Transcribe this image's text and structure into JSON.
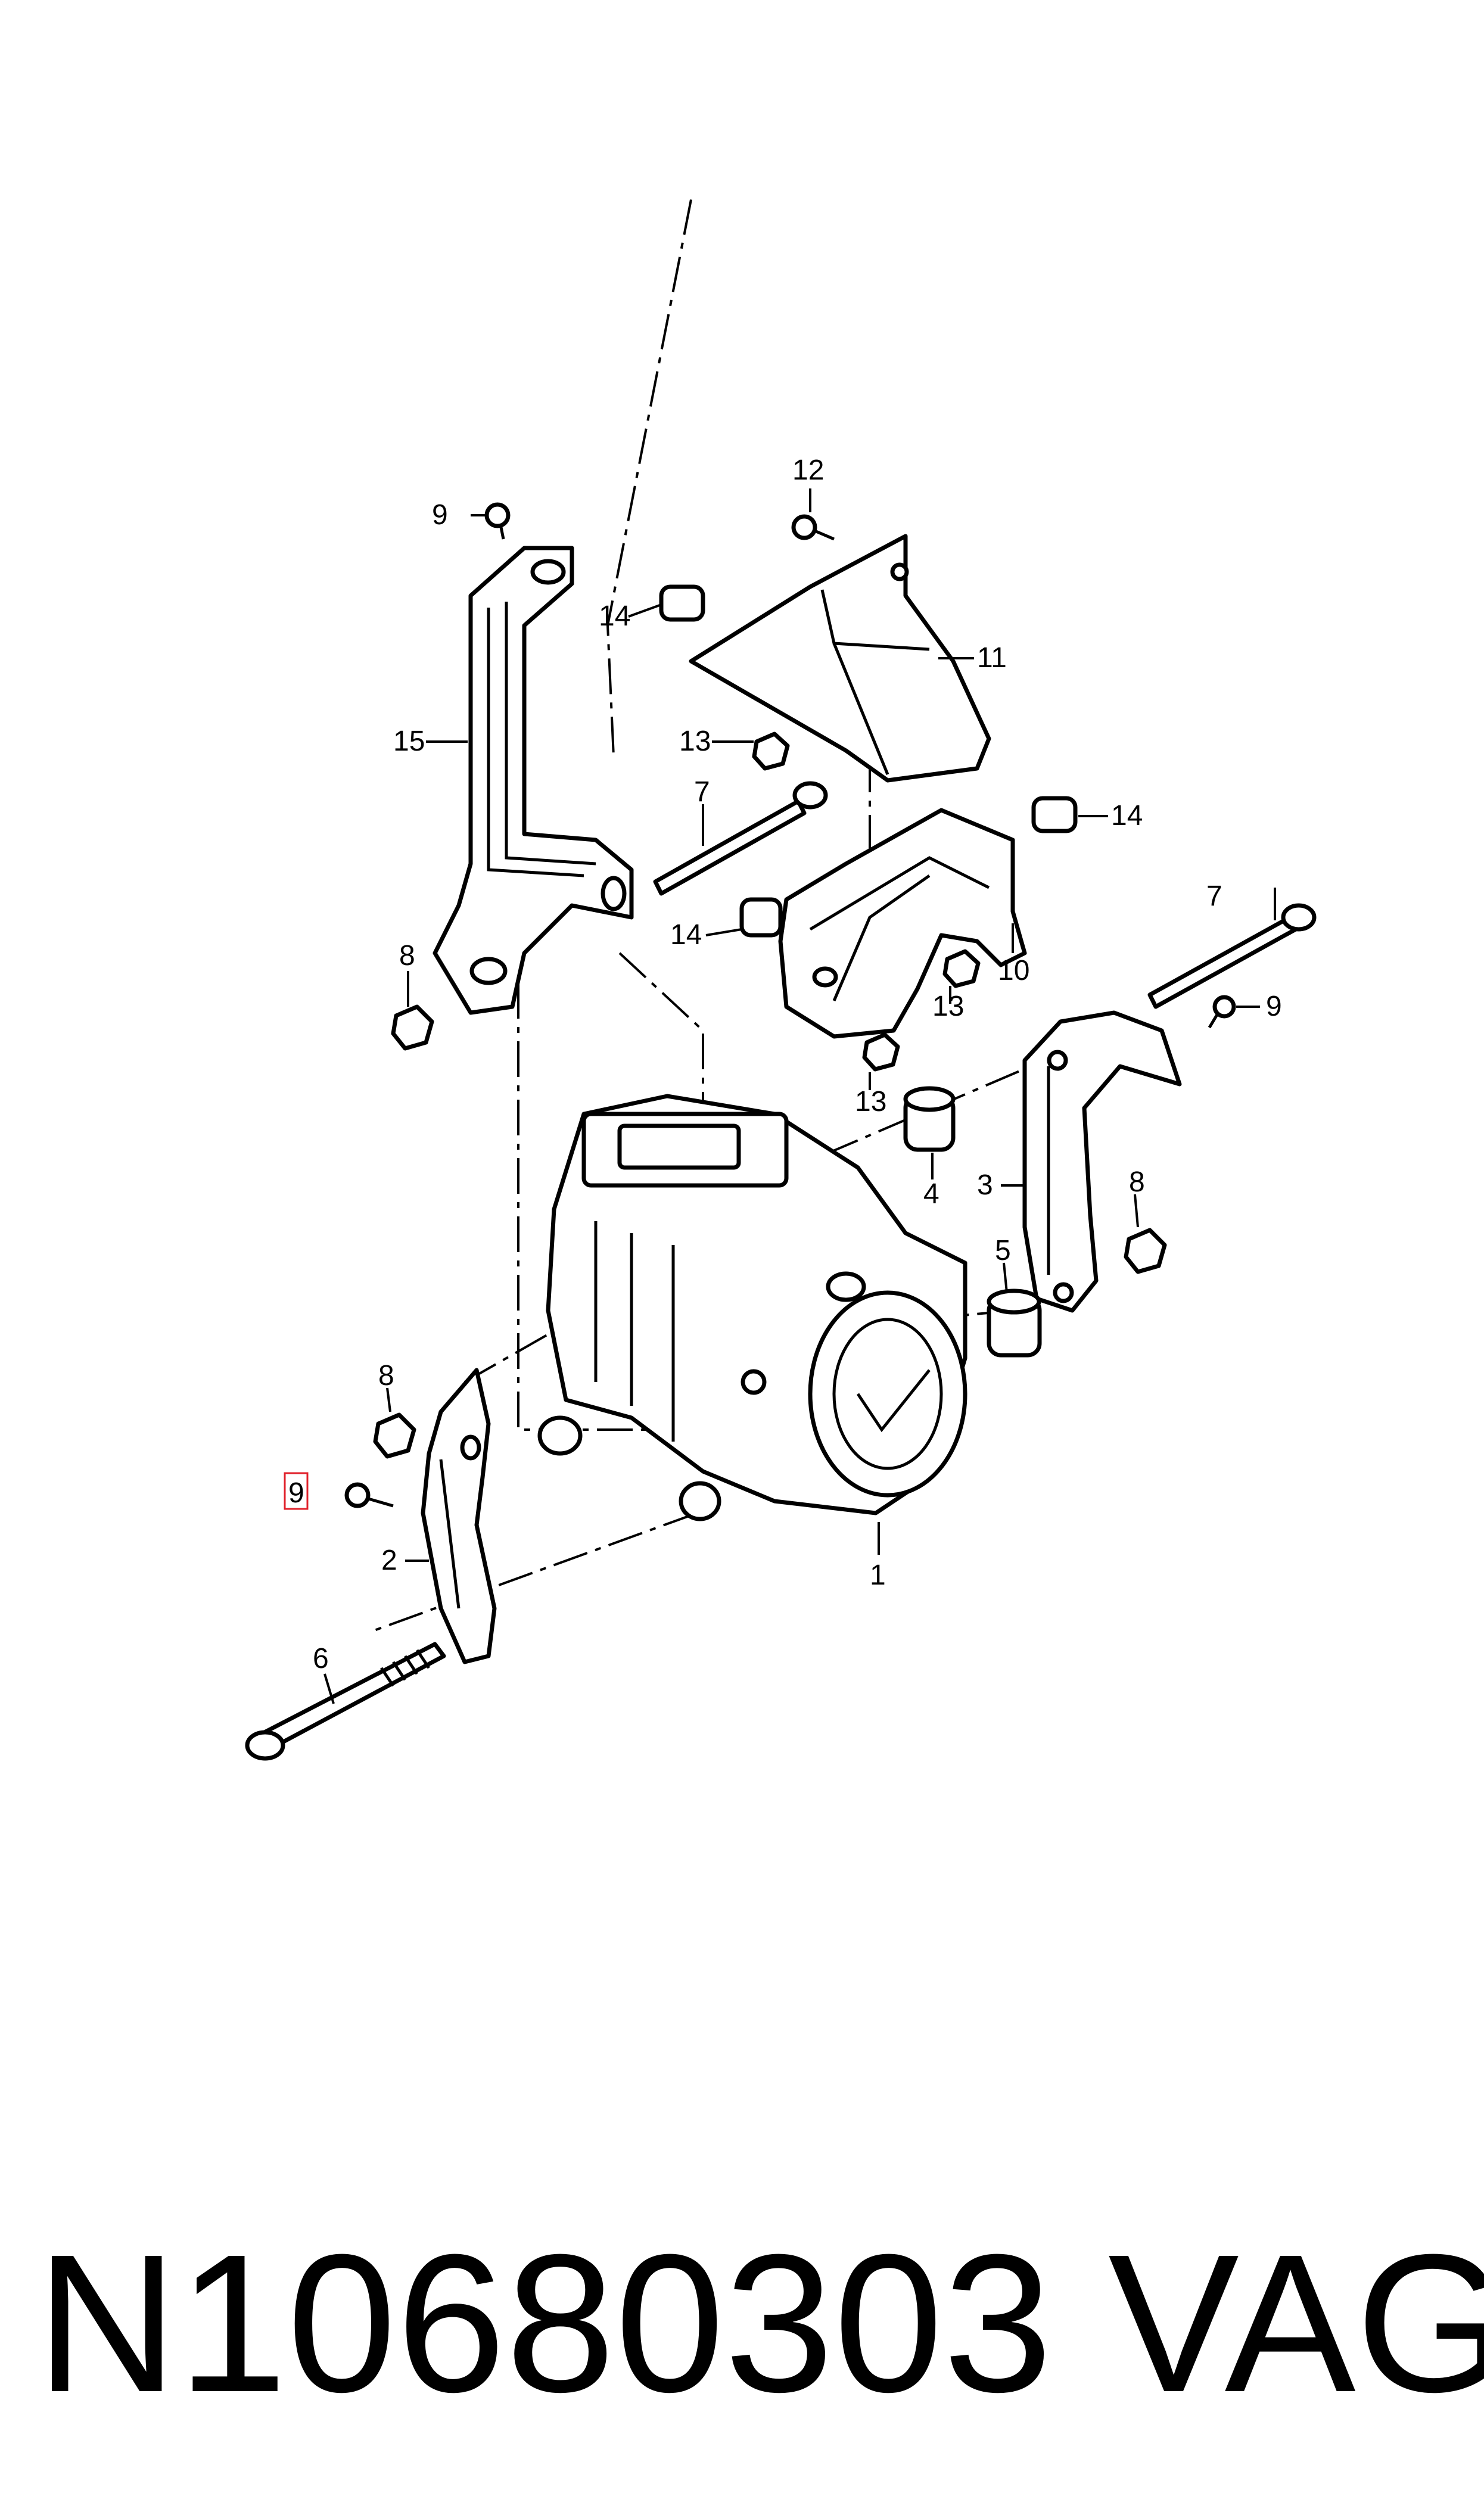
{
  "callouts": {
    "c1": "1",
    "c2": "2",
    "c3": "3",
    "c4": "4",
    "c5": "5",
    "c6": "6",
    "c7a": "7",
    "c7b": "7",
    "c8a": "8",
    "c8b": "8",
    "c8c": "8",
    "c9a": "9",
    "c9b": "9",
    "c9c": "9",
    "c10": "10",
    "c11": "11",
    "c12": "12",
    "c13a": "13",
    "c13b": "13",
    "c13c": "13",
    "c14a": "14",
    "c14b": "14",
    "c14c": "14",
    "c15": "15"
  },
  "highlight_color": "#e0202a",
  "footer": {
    "part_number": "N10680303",
    "brand": "VAG"
  }
}
